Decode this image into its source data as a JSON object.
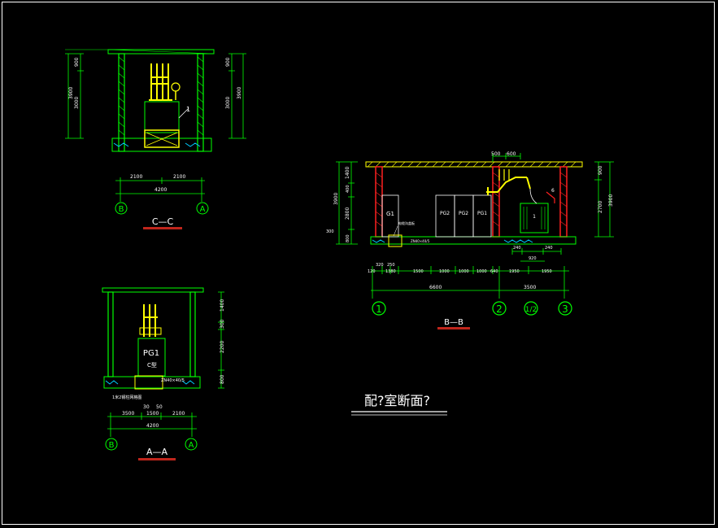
{
  "drawing": {
    "main_title": "配?室断面?",
    "colors": {
      "background": "#000000",
      "line_green": "#00ff00",
      "equipment_yellow": "#ffff00",
      "text_white": "#ffffff",
      "wall_red": "#ff2020",
      "title_bar_red": "#c0261c",
      "frame_white": "#ffffff"
    }
  },
  "section_cc": {
    "title": "C—C",
    "axis_left": "B",
    "axis_right": "A",
    "dim_total": "4200",
    "dim_left": "2100",
    "dim_right": "2100",
    "height_left_total": "3900",
    "height_left_lower": "3000",
    "height_left_upper": "900",
    "height_right_total": "3900",
    "height_right_lower": "3000",
    "height_right_upper": "900",
    "callout": "1"
  },
  "section_aa": {
    "title": "A—A",
    "axis_left": "B",
    "axis_right": "A",
    "cabinet_label": "PG1",
    "dim_total": "4200",
    "dim_a": "3500",
    "dim_b": "1500",
    "dim_c": "2100",
    "dim_small_1": "30",
    "dim_small_2": "50",
    "height_top": "1400",
    "height_mid": "300",
    "height_low": "2200",
    "height_base": "800",
    "trench_label": "C型",
    "trench_note": "ZN40×40/5",
    "bottom_note": "1米2钢柱网格图"
  },
  "section_bb": {
    "title": "B—B",
    "axes": [
      "1",
      "2",
      "1/2",
      "3"
    ],
    "cabinets": [
      "G1",
      "PG2",
      "PG2",
      "PG1"
    ],
    "transformer_label": "1",
    "dim_top_a": "500",
    "dim_top_b": "600",
    "dims_row": [
      "120",
      "320",
      "250",
      "1380",
      "1500",
      "1000",
      "1000",
      "1000",
      "640",
      "1950",
      "1950"
    ],
    "dim_span_a": "6600",
    "dim_span_b": "3500",
    "dim_trench_a": "240",
    "dim_trench_b": "240",
    "dim_trench_c": "920",
    "height_left_total": "3900",
    "height_left_1": "1400",
    "height_left_2": "400",
    "height_left_3": "2800",
    "height_left_4": "800",
    "height_left_5": "300",
    "height_right_total": "3900",
    "height_right_1": "900",
    "height_right_2": "2700",
    "cable_note": "ZN40×40/5",
    "trench_note": "电缆沟盖板",
    "callout": "6"
  }
}
